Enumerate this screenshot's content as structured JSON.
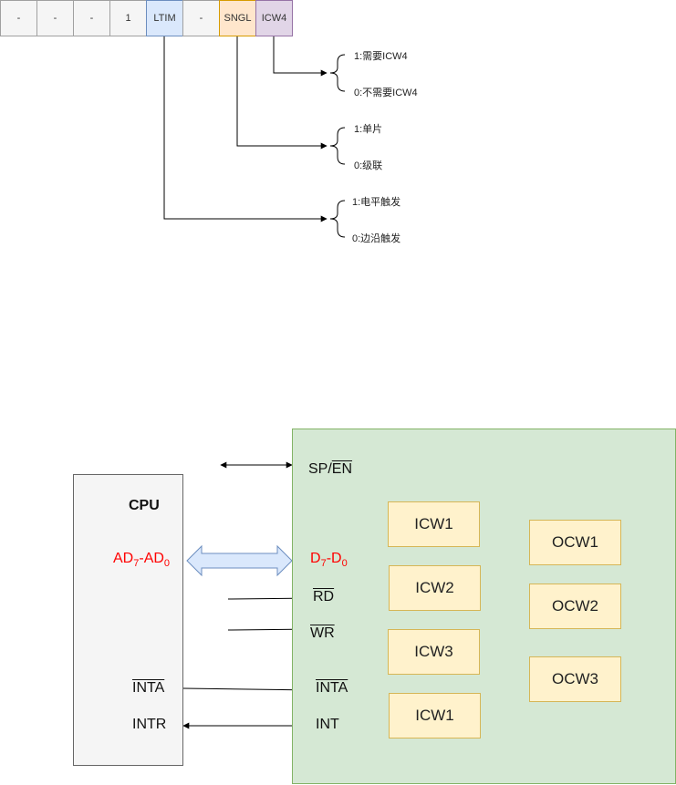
{
  "register": {
    "bits": [
      "-",
      "-",
      "-",
      "1",
      "LTIM",
      "-",
      "SNGL",
      "ICW4"
    ],
    "colors": {
      "default": "#f5f5f5",
      "ltim": "#dae8fc",
      "sngl": "#ffe6cc",
      "icw4": "#e1d5e7"
    }
  },
  "options": {
    "icw4": [
      "1:需要ICW4",
      "0:不需要ICW4"
    ],
    "sngl": [
      "1:单片",
      "0:级联"
    ],
    "ltim": [
      "1:电平触发",
      "0:边沿触发"
    ]
  },
  "cpu": {
    "title": "CPU",
    "ad": "AD",
    "ad_sub1": "7",
    "ad_mid": "-AD",
    "ad_sub2": "0",
    "inta": "INTA",
    "intr": "INTR",
    "fill": "#f5f5f5"
  },
  "chip": {
    "fill": "#d5e8d4",
    "sp_part": "SP/",
    "en_part": "EN",
    "d": "D",
    "d_sub1": "7",
    "d_mid": "-D",
    "d_sub2": "0",
    "rd": "RD",
    "wr": "WR",
    "inta": "INTA",
    "int": "INT",
    "icw": [
      "ICW1",
      "ICW2",
      "ICW3",
      "ICW1"
    ],
    "ocw": [
      "OCW1",
      "OCW2",
      "OCW3"
    ]
  }
}
